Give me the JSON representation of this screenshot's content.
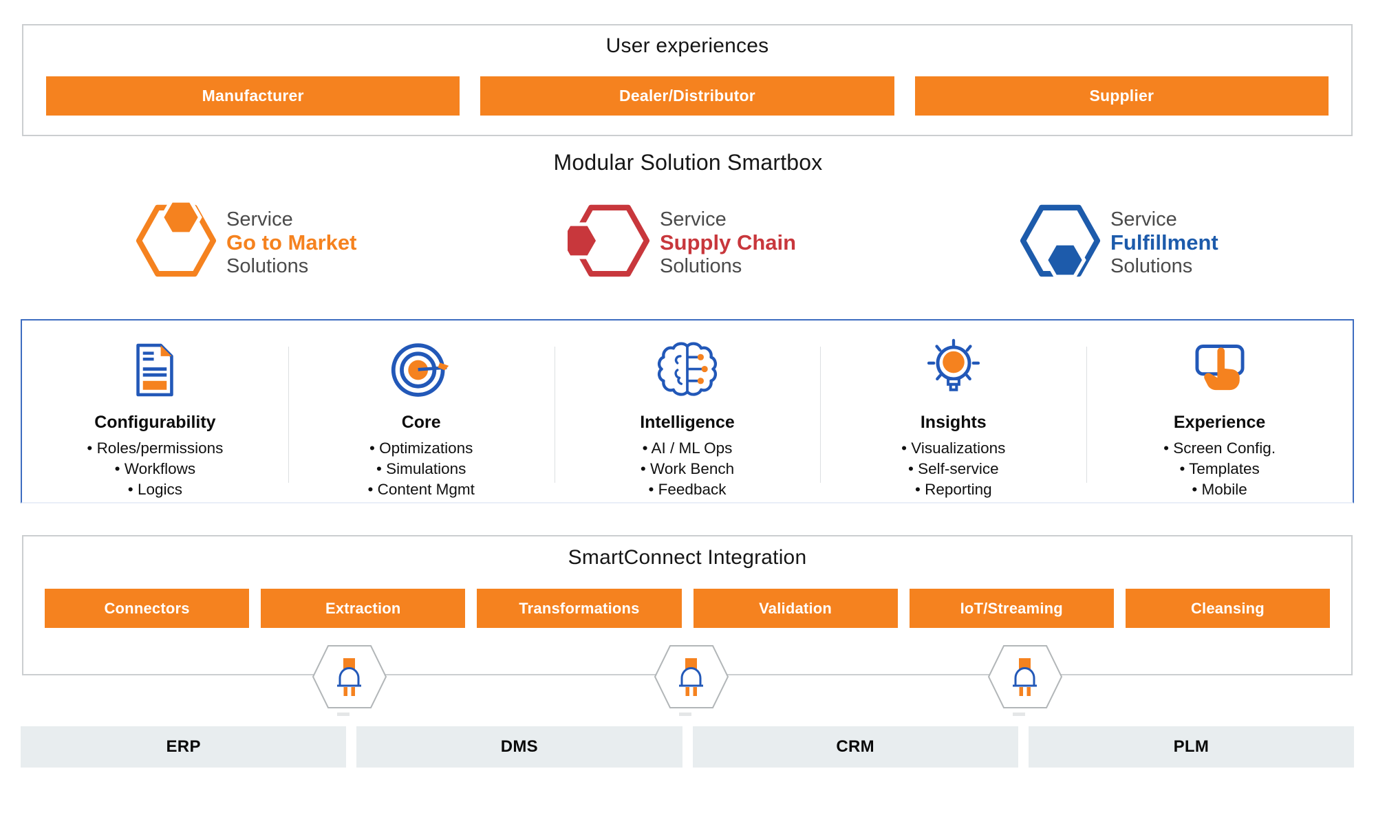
{
  "user_experiences": {
    "title": "User experiences",
    "buttons": [
      "Manufacturer",
      "Dealer/Distributor",
      "Supplier"
    ]
  },
  "smartbox": {
    "title": "Modular Solution Smartbox",
    "logos": [
      {
        "line1": "Service",
        "line2": "Go to Market",
        "line3": "Solutions",
        "accent": "#F5821F"
      },
      {
        "line1": "Service",
        "line2": "Supply Chain",
        "line3": "Solutions",
        "accent": "#C8373C"
      },
      {
        "line1": "Service",
        "line2": "Fulfillment",
        "line3": "Solutions",
        "accent": "#1D5BAB"
      }
    ]
  },
  "modules": {
    "columns": [
      {
        "icon": "document-icon",
        "title": "Configurability",
        "bullets": [
          "Roles/permissions",
          "Workflows",
          "Logics"
        ]
      },
      {
        "icon": "target-icon",
        "title": "Core",
        "bullets": [
          "Optimizations",
          "Simulations",
          "Content Mgmt"
        ]
      },
      {
        "icon": "brain-icon",
        "title": "Intelligence",
        "bullets": [
          "AI / ML Ops",
          "Work Bench",
          "Feedback"
        ]
      },
      {
        "icon": "lightbulb-icon",
        "title": "Insights",
        "bullets": [
          "Visualizations",
          "Self-service",
          "Reporting"
        ]
      },
      {
        "icon": "touch-icon",
        "title": "Experience",
        "bullets": [
          "Screen Config.",
          "Templates",
          "Mobile"
        ]
      }
    ]
  },
  "integration": {
    "title": "SmartConnect Integration",
    "buttons": [
      "Connectors",
      "Extraction",
      "Transformations",
      "Validation",
      "IoT/Streaming",
      "Cleansing"
    ]
  },
  "systems": [
    "ERP",
    "DMS",
    "CRM",
    "PLM"
  ],
  "colors": {
    "orange": "#F5821F",
    "red": "#C8373C",
    "blue": "#1D5BAB",
    "icon_blue": "#2258B8",
    "box_border": "#CBCED0",
    "module_border": "#3D6CC0",
    "system_bg": "#E8EDEF",
    "hex_border": "#B2B6B8"
  }
}
